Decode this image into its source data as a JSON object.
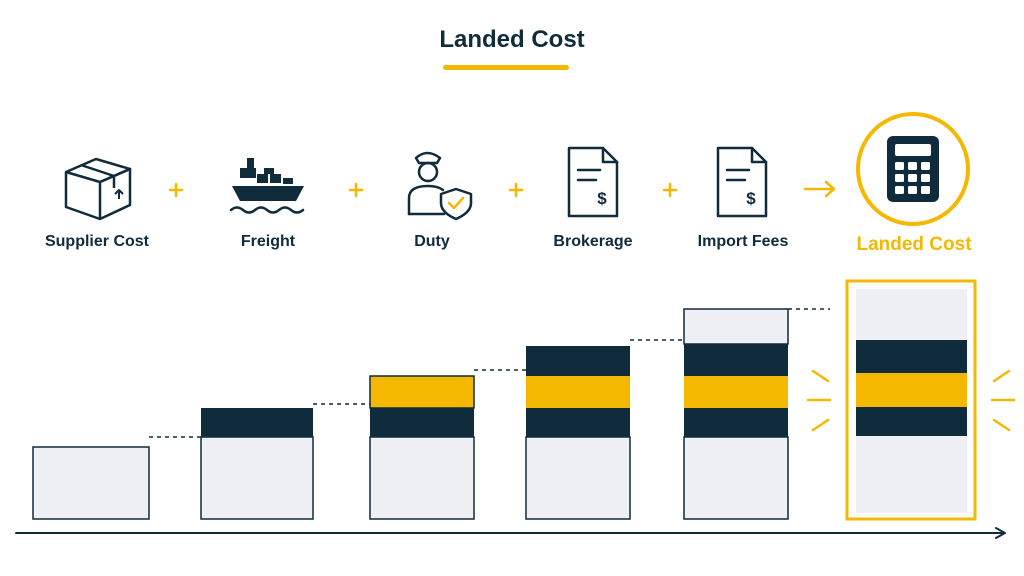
{
  "title": "Landed Cost",
  "colors": {
    "navy": "#0f2b3c",
    "gold": "#f5b800",
    "light_gray": "#eef0f4"
  },
  "components": [
    {
      "label": "Supplier Cost",
      "icon": "package-box-icon"
    },
    {
      "label": "Freight",
      "icon": "cargo-ship-icon"
    },
    {
      "label": "Duty",
      "icon": "customs-officer-shield-icon"
    },
    {
      "label": "Brokerage",
      "icon": "invoice-document-icon"
    },
    {
      "label": "Import Fees",
      "icon": "fee-document-icon"
    }
  ],
  "operators": [
    "+",
    "+",
    "+",
    "+",
    "→"
  ],
  "result": {
    "label": "Landed Cost",
    "icon": "calculator-icon"
  }
}
